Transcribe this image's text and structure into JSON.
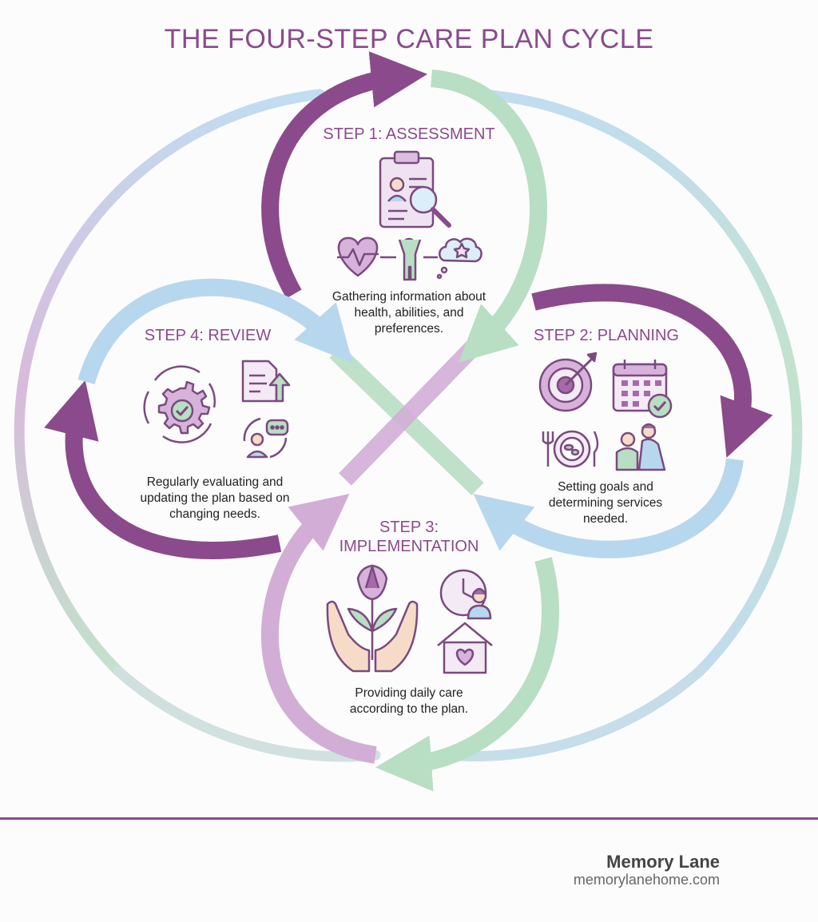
{
  "title": "THE FOUR-STEP CARE PLAN CYCLE",
  "steps": [
    {
      "title": "STEP 1: ASSESSMENT",
      "description": "Gathering information about health, abilities, and preferences."
    },
    {
      "title": "STEP 2: PLANNING",
      "description": "Setting goals and determining services needed."
    },
    {
      "title": "STEP 3: IMPLEMENTATION",
      "description": "Providing daily care according to the plan."
    },
    {
      "title": "STEP 4: REVIEW",
      "description": "Regularly evaluating and updating the plan based on changing needs."
    }
  ],
  "brand": {
    "name": "Memory Lane",
    "url": "memorylanehome.com"
  },
  "colors": {
    "purple": "#8b4a8c",
    "light_purple": "#d2aed6",
    "green": "#b8dec3",
    "blue": "#b7d7ee",
    "text_dark": "#222222",
    "skin": "#f6dcc8"
  },
  "icons": [
    "clipboard-magnifier-icon",
    "heart-pulse-icon",
    "person-icon",
    "thought-star-icon",
    "target-arrow-icon",
    "calendar-check-icon",
    "meal-plate-icon",
    "caregiver-icon",
    "hands-flower-icon",
    "clock-caregiver-icon",
    "home-heart-icon",
    "gear-cycle-icon",
    "document-upload-icon",
    "person-chat-icon"
  ]
}
